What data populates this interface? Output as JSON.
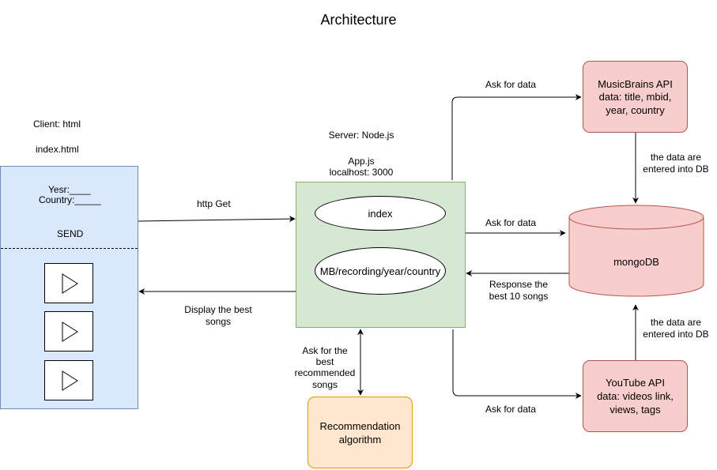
{
  "title": "Architecture",
  "client": {
    "label": "Client: html",
    "file": "index.html",
    "year_field": "Yesr:____",
    "country_field": "Country:_____",
    "send_label": "SEND",
    "players": [
      "play-icon",
      "play-icon",
      "play-icon"
    ]
  },
  "server": {
    "label": "Server: Node.js",
    "file": "App.js",
    "host": "localhost: 3000",
    "routes": [
      "index",
      "MB/recording/year/country"
    ]
  },
  "musicbrainz": {
    "line1": "MusicBrains API",
    "line2": "data: title, mbid,",
    "line3": "year, country"
  },
  "mongodb": {
    "label": "mongoDB"
  },
  "youtube": {
    "line1": "YouTube API",
    "line2": "data: videos link,",
    "line3": "views, tags"
  },
  "recommendation": {
    "line1": "Recommendation",
    "line2": "algorithm"
  },
  "edges": {
    "http_get": "http Get",
    "display_1": "Display the best",
    "display_2": "songs",
    "ask_mb": "Ask for data",
    "ask_db": "Ask for data",
    "ask_yt": "Ask for data",
    "response_1": "Response the",
    "response_2": "best 10 songs",
    "mb_db_1": "the data are",
    "mb_db_2": "entered into DB",
    "yt_db_1": "the data are",
    "yt_db_2": "entered into DB",
    "rec_1": "Ask for the",
    "rec_2": "best",
    "rec_3": "recommended",
    "rec_4": "songs"
  },
  "colors": {
    "client_fill": "#dae8fc",
    "client_stroke": "#6c8ebf",
    "server_fill": "#d5e8d4",
    "server_stroke": "#82b366",
    "api_fill": "#f8cecc",
    "api_stroke": "#b85450",
    "rec_fill": "#ffe6cc",
    "rec_stroke": "#d79b00"
  }
}
